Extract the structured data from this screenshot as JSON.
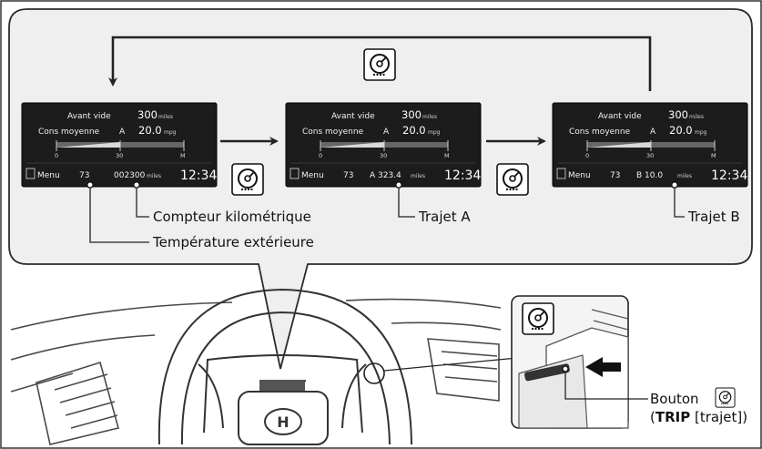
{
  "displays": [
    {
      "range_label": "Avant vide",
      "range_value": "300",
      "range_unit": "miles",
      "fuel_label": "Cons moyenne",
      "fuel_trip": "A",
      "fuel_value": "20.0",
      "fuel_unit": "mpg",
      "scale_start": "0",
      "scale_mid": "30",
      "scale_end": "M",
      "menu_label": "Menu",
      "temperature": "73",
      "trip_indicator": "",
      "reading_value": "002300",
      "reading_unit": "miles",
      "clock": "12:34"
    },
    {
      "range_label": "Avant vide",
      "range_value": "300",
      "range_unit": "miles",
      "fuel_label": "Cons moyenne",
      "fuel_trip": "A",
      "fuel_value": "20.0",
      "fuel_unit": "mpg",
      "scale_start": "0",
      "scale_mid": "30",
      "scale_end": "M",
      "menu_label": "Menu",
      "temperature": "73",
      "trip_indicator": "A",
      "reading_value": "323.4",
      "reading_unit": "miles",
      "clock": "12:34"
    },
    {
      "range_label": "Avant vide",
      "range_value": "300",
      "range_unit": "miles",
      "fuel_label": "Cons moyenne",
      "fuel_trip": "A",
      "fuel_value": "20.0",
      "fuel_unit": "mpg",
      "scale_start": "0",
      "scale_mid": "30",
      "scale_end": "M",
      "menu_label": "Menu",
      "temperature": "73",
      "trip_indicator": "B",
      "reading_value": "10.0",
      "reading_unit": "miles",
      "clock": "12:34"
    }
  ],
  "callouts": {
    "odometer": "Compteur kilométrique",
    "outside_temp": "Température extérieure",
    "trip_a": "Trajet A",
    "trip_b": "Trajet B",
    "button_line1": "Bouton",
    "button_line2_bold": "TRIP",
    "button_line2_rest": " [trajet])",
    "button_line2_open": "("
  },
  "brand_logo": "H",
  "colors": {
    "panel_bg": "#efefef",
    "lcd_bg": "#1c1c1c",
    "line_art": "#4a4a4a",
    "pointer": "#000000"
  },
  "icons": [
    "trip-dial-icon",
    "arrow-right-icon",
    "loop-arrow-icon",
    "press-arrow-icon"
  ]
}
